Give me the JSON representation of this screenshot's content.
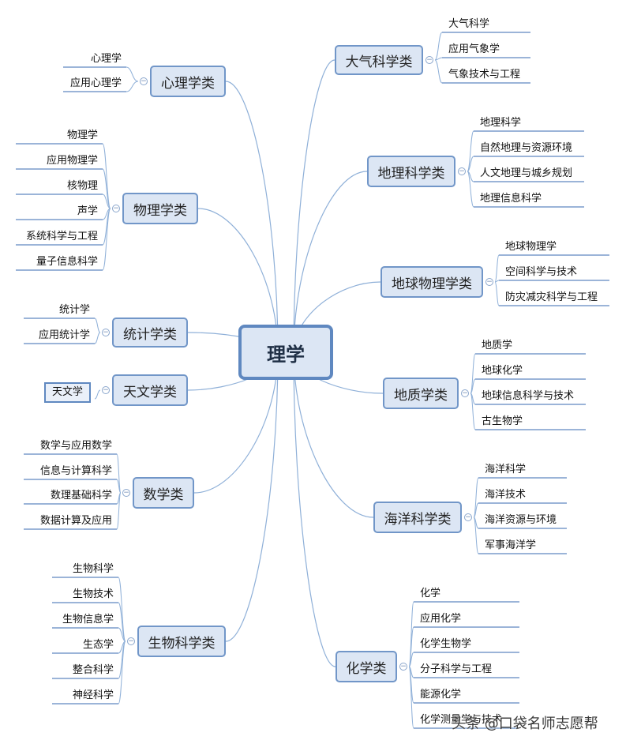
{
  "root": "理学",
  "categories": [
    {
      "id": "c1",
      "label": "心理学类",
      "leaves": [
        "心理学",
        "应用心理学"
      ]
    },
    {
      "id": "c2",
      "label": "物理学类",
      "leaves": [
        "物理学",
        "应用物理学",
        "核物理",
        "声学",
        "系统科学与工程",
        "量子信息科学"
      ]
    },
    {
      "id": "c3",
      "label": "统计学类",
      "leaves": [
        "统计学",
        "应用统计学"
      ]
    },
    {
      "id": "c4",
      "label": "天文学类",
      "leaves": [
        "天文学"
      ]
    },
    {
      "id": "c5",
      "label": "数学类",
      "leaves": [
        "数学与应用数学",
        "信息与计算科学",
        "数理基础科学",
        "数据计算及应用"
      ]
    },
    {
      "id": "c6",
      "label": "生物科学类",
      "leaves": [
        "生物科学",
        "生物技术",
        "生物信息学",
        "生态学",
        "整合科学",
        "神经科学"
      ]
    },
    {
      "id": "c7",
      "label": "大气科学类",
      "leaves": [
        "大气科学",
        "应用气象学",
        "气象技术与工程"
      ]
    },
    {
      "id": "c8",
      "label": "地理科学类",
      "leaves": [
        "地理科学",
        "自然地理与资源环境",
        "人文地理与城乡规划",
        "地理信息科学"
      ]
    },
    {
      "id": "c9",
      "label": "地球物理学类",
      "leaves": [
        "地球物理学",
        "空间科学与技术",
        "防灾减灾科学与工程"
      ]
    },
    {
      "id": "c10",
      "label": "地质学类",
      "leaves": [
        "地质学",
        "地球化学",
        "地球信息科学与技术",
        "古生物学"
      ]
    },
    {
      "id": "c11",
      "label": "海洋科学类",
      "leaves": [
        "海洋科学",
        "海洋技术",
        "海洋资源与环境",
        "军事海洋学"
      ]
    },
    {
      "id": "c12",
      "label": "化学类",
      "leaves": [
        "化学",
        "应用化学",
        "化学生物学",
        "分子科学与工程",
        "能源化学",
        "化学测量学与技术"
      ]
    }
  ],
  "watermark": "头条 @口袋名师志愿帮",
  "colors": {
    "node_fill": "#dce6f4",
    "node_border": "#7196c8",
    "edge": "#8fb0d8",
    "leaf_line": "#5f88c0"
  }
}
